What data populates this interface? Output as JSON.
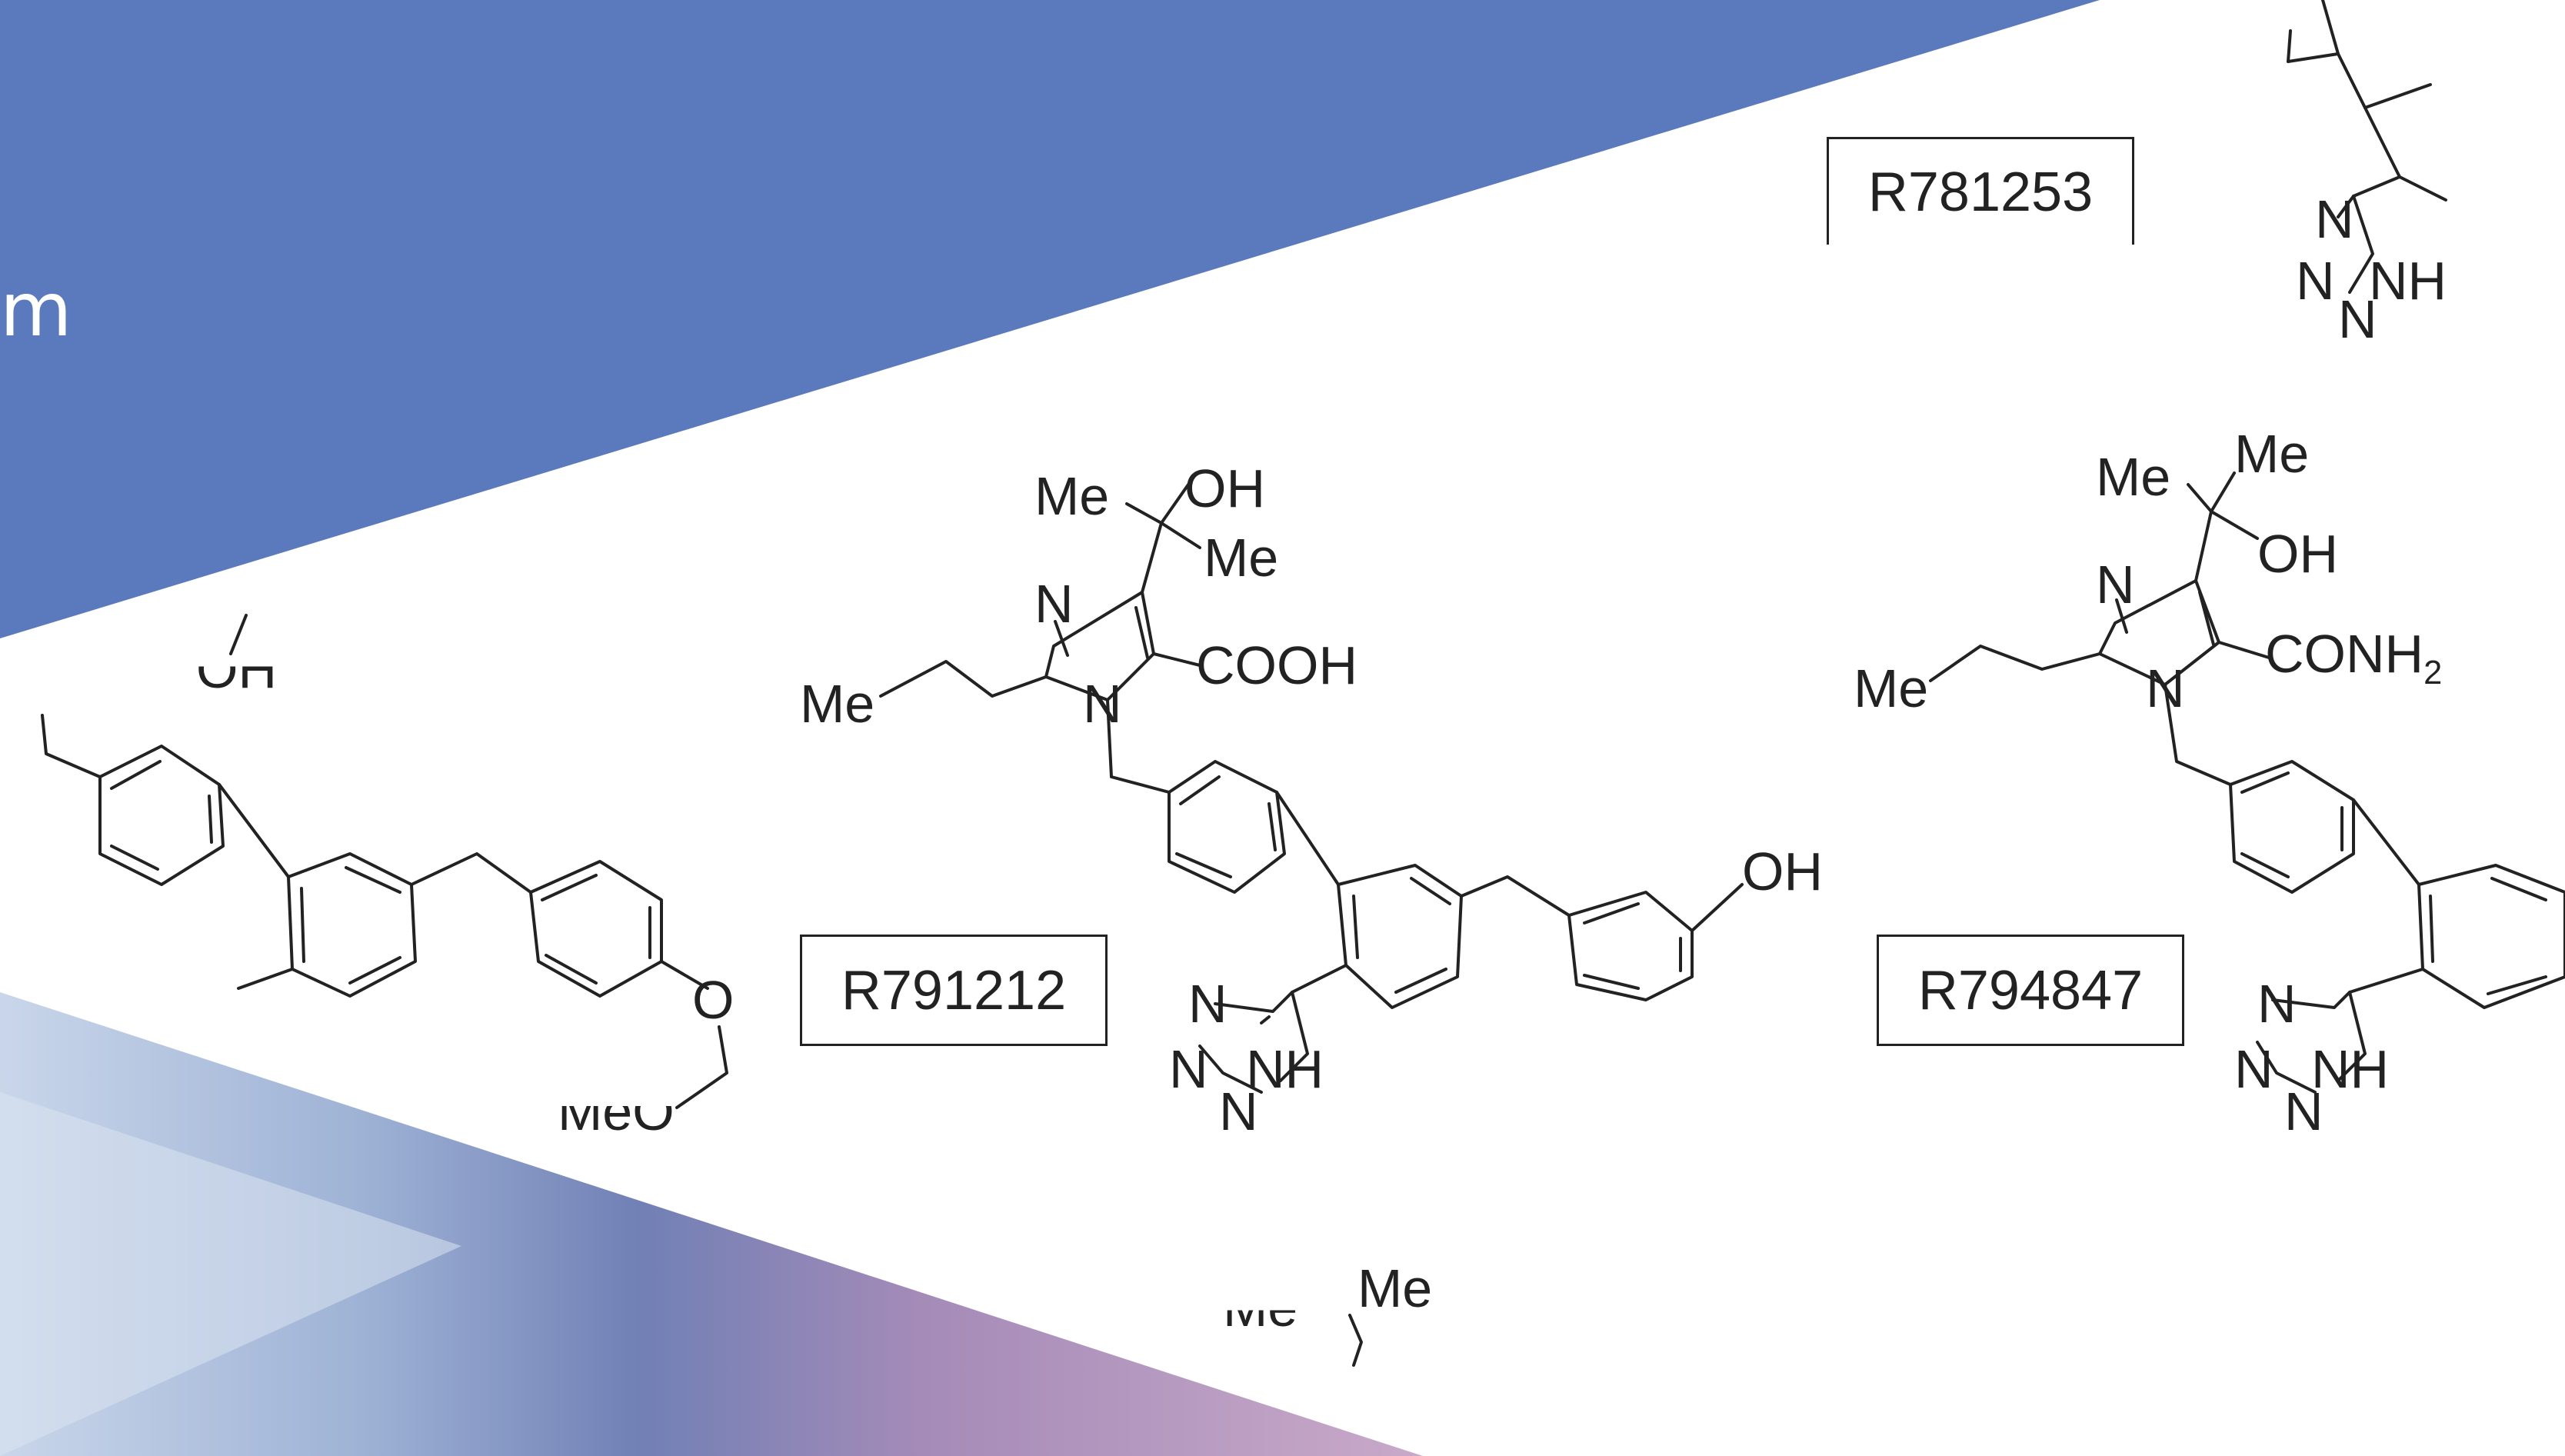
{
  "banner": {
    "fragment_text": "m",
    "color": "#5b7abd"
  },
  "compounds": [
    {
      "id": "R781253",
      "labels": {
        "tetrazole_n_top": "N",
        "tetrazole_n_left": "N",
        "tetrazole_n_bottom": "N",
        "tetrazole_nh": "NH"
      }
    },
    {
      "id": "R791212",
      "labels": {
        "me_top": "Me",
        "oh_top": "OH",
        "me_right": "Me",
        "imidazole_n": "N",
        "imidazole_n1": "N",
        "acid": "COOH",
        "propyl_me": "Me",
        "phenol_oh": "OH",
        "tetrazole_n_top": "N",
        "tetrazole_n_left": "N",
        "tetrazole_n_bottom": "N",
        "tetrazole_nh": "NH"
      }
    },
    {
      "id": "R794847",
      "labels": {
        "me_top_left": "Me",
        "me_top_right": "Me",
        "oh": "OH",
        "imidazole_n": "N",
        "imidazole_n1": "N",
        "amide": "CONH",
        "amide_sub": "2",
        "propyl_me": "Me",
        "tetrazole_n_top": "N",
        "tetrazole_n_left": "N",
        "tetrazole_n_bottom": "N",
        "tetrazole_nh": "NH"
      }
    }
  ],
  "left_fragment": {
    "oh_partial": "OH",
    "ether_o": "O",
    "meo_partial": "MeO"
  },
  "bottom_fragment": {
    "me_left_partial": "Me",
    "me_right": "Me"
  },
  "colors": {
    "ink": "#222222",
    "banner_blue": "#5b7abd",
    "photo_blue": "#7f97c4",
    "photo_purple": "#a37fae"
  }
}
